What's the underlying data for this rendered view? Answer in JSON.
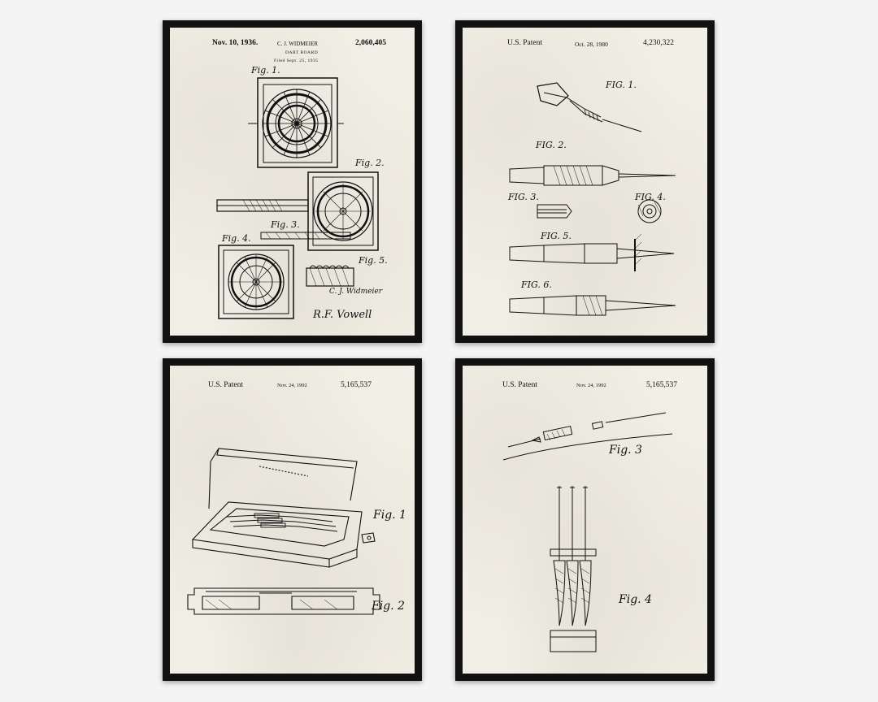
{
  "posters": [
    {
      "date": "Nov. 10, 1936.",
      "inventor": "C. J. WIDMEIER",
      "number": "2,060,405",
      "title": "DART BOARD",
      "filed": "Filed Sept. 25, 1935",
      "figs": [
        "Fig. 1.",
        "Fig. 2.",
        "Fig. 3.",
        "Fig. 4.",
        "Fig. 5."
      ],
      "signature_inventor": "C. J. Widmeier",
      "signature_attorney": "R.F. Vowell"
    },
    {
      "label": "U.S. Patent",
      "date": "Oct. 28, 1980",
      "number": "4,230,322",
      "figs": [
        "FIG. 1.",
        "FIG. 2.",
        "FIG. 3.",
        "FIG. 4.",
        "FIG. 5.",
        "FIG. 6."
      ]
    },
    {
      "label": "U.S. Patent",
      "date": "Nov. 24, 1992",
      "number": "5,165,537",
      "figs": [
        "Fig. 1",
        "Fig. 2"
      ]
    },
    {
      "label": "U.S. Patent",
      "date": "Nov. 24, 1992",
      "number": "5,165,537",
      "figs": [
        "Fig. 3",
        "Fig. 4"
      ]
    }
  ]
}
